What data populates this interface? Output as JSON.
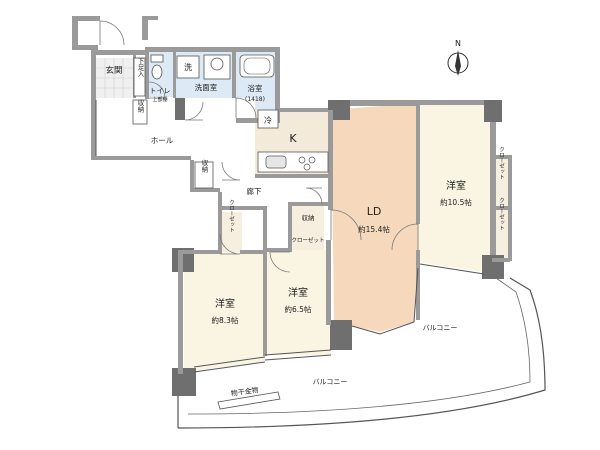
{
  "compass": {
    "label": "N"
  },
  "rooms": {
    "genkan": "玄関",
    "shita_soku": "下足入",
    "toilet": "トイレ",
    "toilet_sub": "上部棚",
    "sen": "洗",
    "senmen": "洗面室",
    "yokushitsu": "浴室",
    "yokushitsu_size": "(1418)",
    "shuno_hall": "収納",
    "hall": "ホール",
    "rei": "冷",
    "kitchen": "K",
    "shuno_corr": "収納",
    "roka": "廊下",
    "shuno_mid": "収納",
    "closet_mid": "クローゼット",
    "closet_left": "クローゼット",
    "ld_name": "LD",
    "ld_size": "約15.4帖",
    "yoshitsu_right": "洋室",
    "yoshitsu_right_size": "約10.5帖",
    "closet_right_a": "クローゼット",
    "closet_right_b": "クローゼット",
    "yoshitsu_left": "洋室",
    "yoshitsu_left_size": "約8.3帖",
    "yoshitsu_mid": "洋室",
    "yoshitsu_mid_size": "約6.5帖",
    "balcony_right": "バルコニー",
    "balcony_bottom": "バルコニー",
    "monohoshi": "物干金物"
  },
  "colors": {
    "wet_area": "#dde9f5",
    "kitchen_floor": "#f3ead9",
    "ld_floor": "#f6d9bd",
    "bedroom_floor": "#faf5e3",
    "closet_floor": "#f6efdf",
    "wall": "#9a9a9a"
  }
}
